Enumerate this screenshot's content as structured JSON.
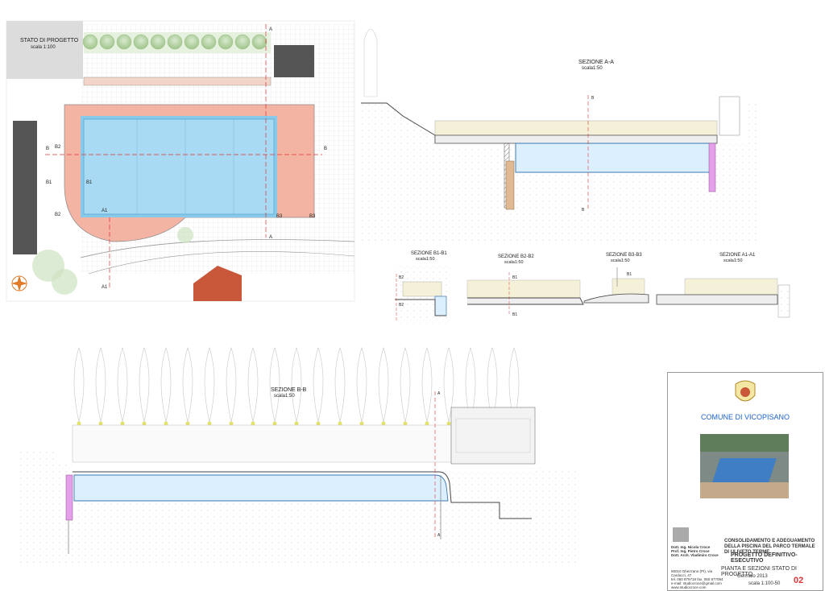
{
  "plan": {
    "title": "STATO DI PROGETTO",
    "scale": "scala 1:100"
  },
  "plan_markers": [
    "A",
    "A",
    "B",
    "B",
    "B1",
    "B1",
    "B2",
    "B2",
    "B3",
    "B3",
    "A1",
    "A1"
  ],
  "sections": {
    "aa": {
      "title": "SEZIONE A-A",
      "scale": "scala1:50"
    },
    "b1b1": {
      "title": "SEZIONE B1-B1",
      "scale": "scala1:50"
    },
    "b2b2": {
      "title": "SEZIONE B2-B2",
      "scale": "scala1:50"
    },
    "b3b3": {
      "title": "SEZIONE B3-B3",
      "scale": "scala1:50"
    },
    "a1a1": {
      "title": "SEZIONE A1-A1",
      "scale": "scala1:50"
    },
    "bb": {
      "title": "SEZIONE B-B",
      "scale": "scala1:50"
    }
  },
  "section_markers": {
    "aa": [
      "B",
      "B"
    ],
    "b1b1": [
      "B2",
      "B2"
    ],
    "b2b2": [
      "B1",
      "B1"
    ],
    "b3b3": [
      "B1"
    ],
    "bb": [
      "A",
      "A"
    ]
  },
  "title_block": {
    "comune": "COMUNE DI VICOPISANO",
    "studio": "Dott. Ing. Nicola Croce\nProf. Ing. Pietro Croce\nDott. Arch. Vladimiro Croce",
    "address": "56010 Ghezzano (PI), via Carducci, 47\ntel. 050 879718 fax. 050 877084\ne-mail: studiocroce@gmail.com\nwww.studiocroce.com",
    "project": "CONSOLIDAMENTO E ADEGUAMENTO DELLA PISCINA DEL PARCO TERMALE DI ULIVETO TERME",
    "phase": "PROGETTO DEFINITIVO-ESECUTIVO",
    "table_title": "PIANTA E SEZIONI STATO DI PROGETTO",
    "date": "Gennaio 2013",
    "scale": "scala 1:100-50",
    "number": "02"
  },
  "colors": {
    "pool": "#a9daf3",
    "deck": "#f4b4a3",
    "roof": "#c9573a",
    "dark": "#555555"
  }
}
